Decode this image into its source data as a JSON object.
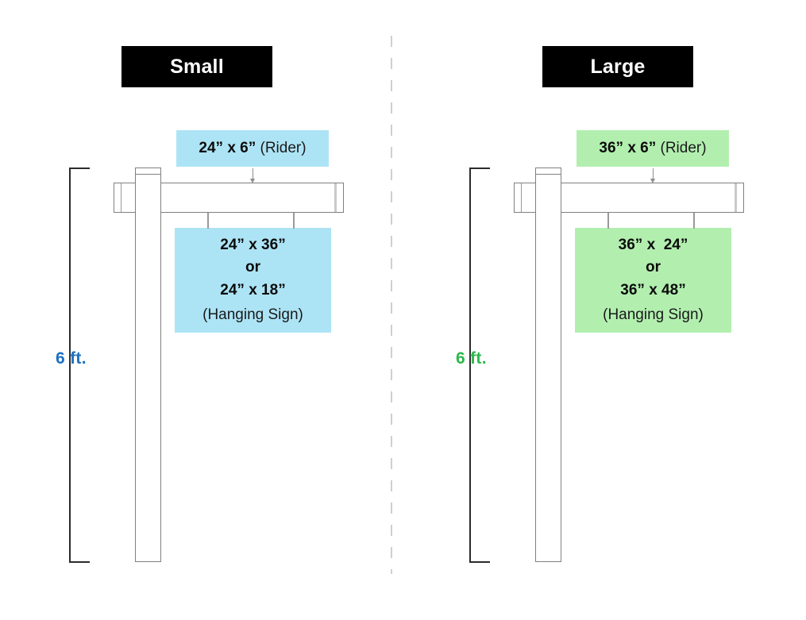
{
  "colors": {
    "small_fill": "#ADE4F5",
    "large_fill": "#B2EFAF",
    "small_accent": "#1B70C0",
    "large_accent": "#2DB84A",
    "title_bg": "#000000",
    "title_text": "#FFFFFF",
    "outline": "#808080",
    "divider": "#CFCFCF"
  },
  "panels": [
    {
      "key": "small",
      "title": "Small",
      "rider": {
        "dimensions": "24” x 6”",
        "note": " (Rider)"
      },
      "hanging_sign": {
        "line1": "24” x 36”",
        "line2": "or",
        "line3": "24” x 18”",
        "note": "(Hanging Sign)"
      },
      "measurement": "6 ft."
    },
    {
      "key": "large",
      "title": "Large",
      "rider": {
        "dimensions": "36” x 6”",
        "note": " (Rider)"
      },
      "hanging_sign": {
        "line1": "36” x  24”",
        "line2": "or",
        "line3": "36” x 48”",
        "note": "(Hanging Sign)"
      },
      "measurement": "6 ft."
    }
  ]
}
